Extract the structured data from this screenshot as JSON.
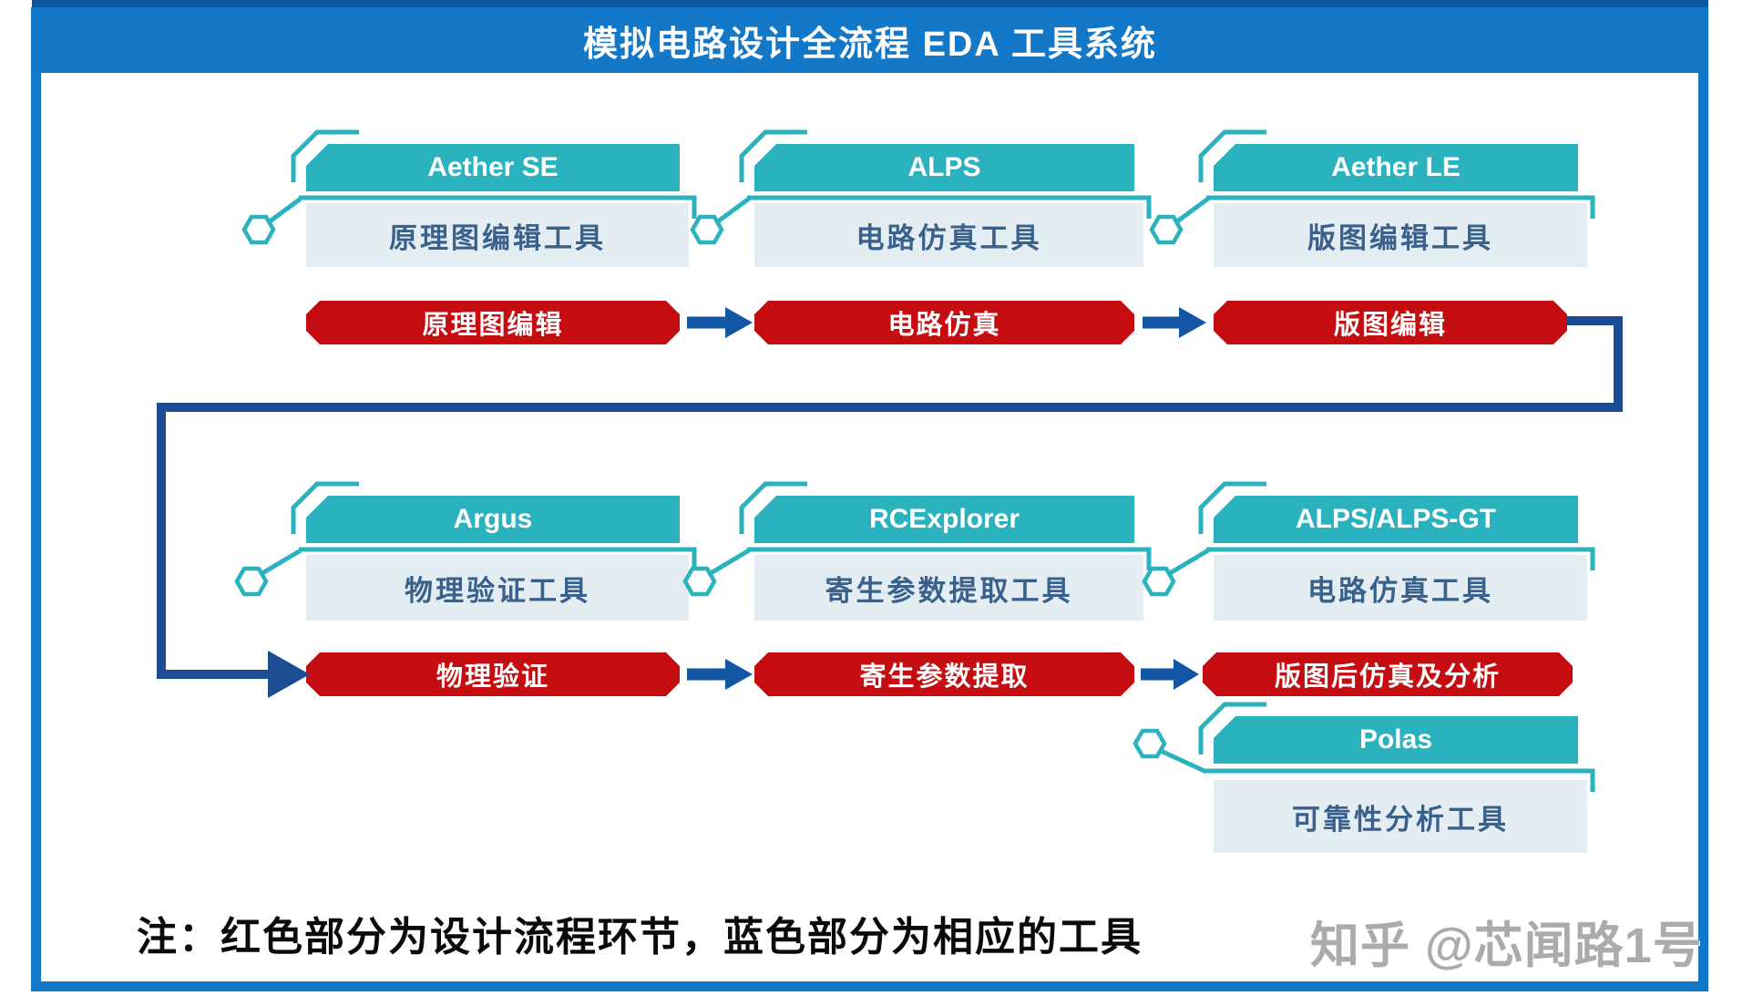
{
  "title": "模拟电路设计全流程 EDA 工具系统",
  "cards": [
    {
      "name": "Aether SE",
      "desc": "原理图编辑工具"
    },
    {
      "name": "ALPS",
      "desc": "电路仿真工具"
    },
    {
      "name": "Aether LE",
      "desc": "版图编辑工具"
    },
    {
      "name": "Argus",
      "desc": "物理验证工具"
    },
    {
      "name": "RCExplorer",
      "desc": "寄生参数提取工具"
    },
    {
      "name": "ALPS/ALPS-GT",
      "desc": "电路仿真工具"
    },
    {
      "name": "Polas",
      "desc": "可靠性分析工具"
    }
  ],
  "flow": [
    {
      "label": "原理图编辑"
    },
    {
      "label": "电路仿真"
    },
    {
      "label": "版图编辑"
    },
    {
      "label": "物理验证"
    },
    {
      "label": "寄生参数提取"
    },
    {
      "label": "版图后仿真及分析"
    }
  ],
  "note": "注：红色部分为设计流程环节，蓝色部分为相应的工具",
  "watermark": "知乎 @芯闻路1号",
  "icons": {
    "circuit_node": "hexagon-outline",
    "flow_arrow": "right-arrow",
    "return_connector": "elbow-arrow"
  },
  "colors": {
    "frame_blue": "#1478c8",
    "strip_blue": "#0e57a0",
    "teal": "#2ab2be",
    "body_bg": "#e4edf2",
    "body_text": "#3a618c",
    "red": "#c50d11",
    "arrow_blue": "#1256a4",
    "connector_navy": "#1c4d92",
    "watermark_gray": "#ababab"
  }
}
